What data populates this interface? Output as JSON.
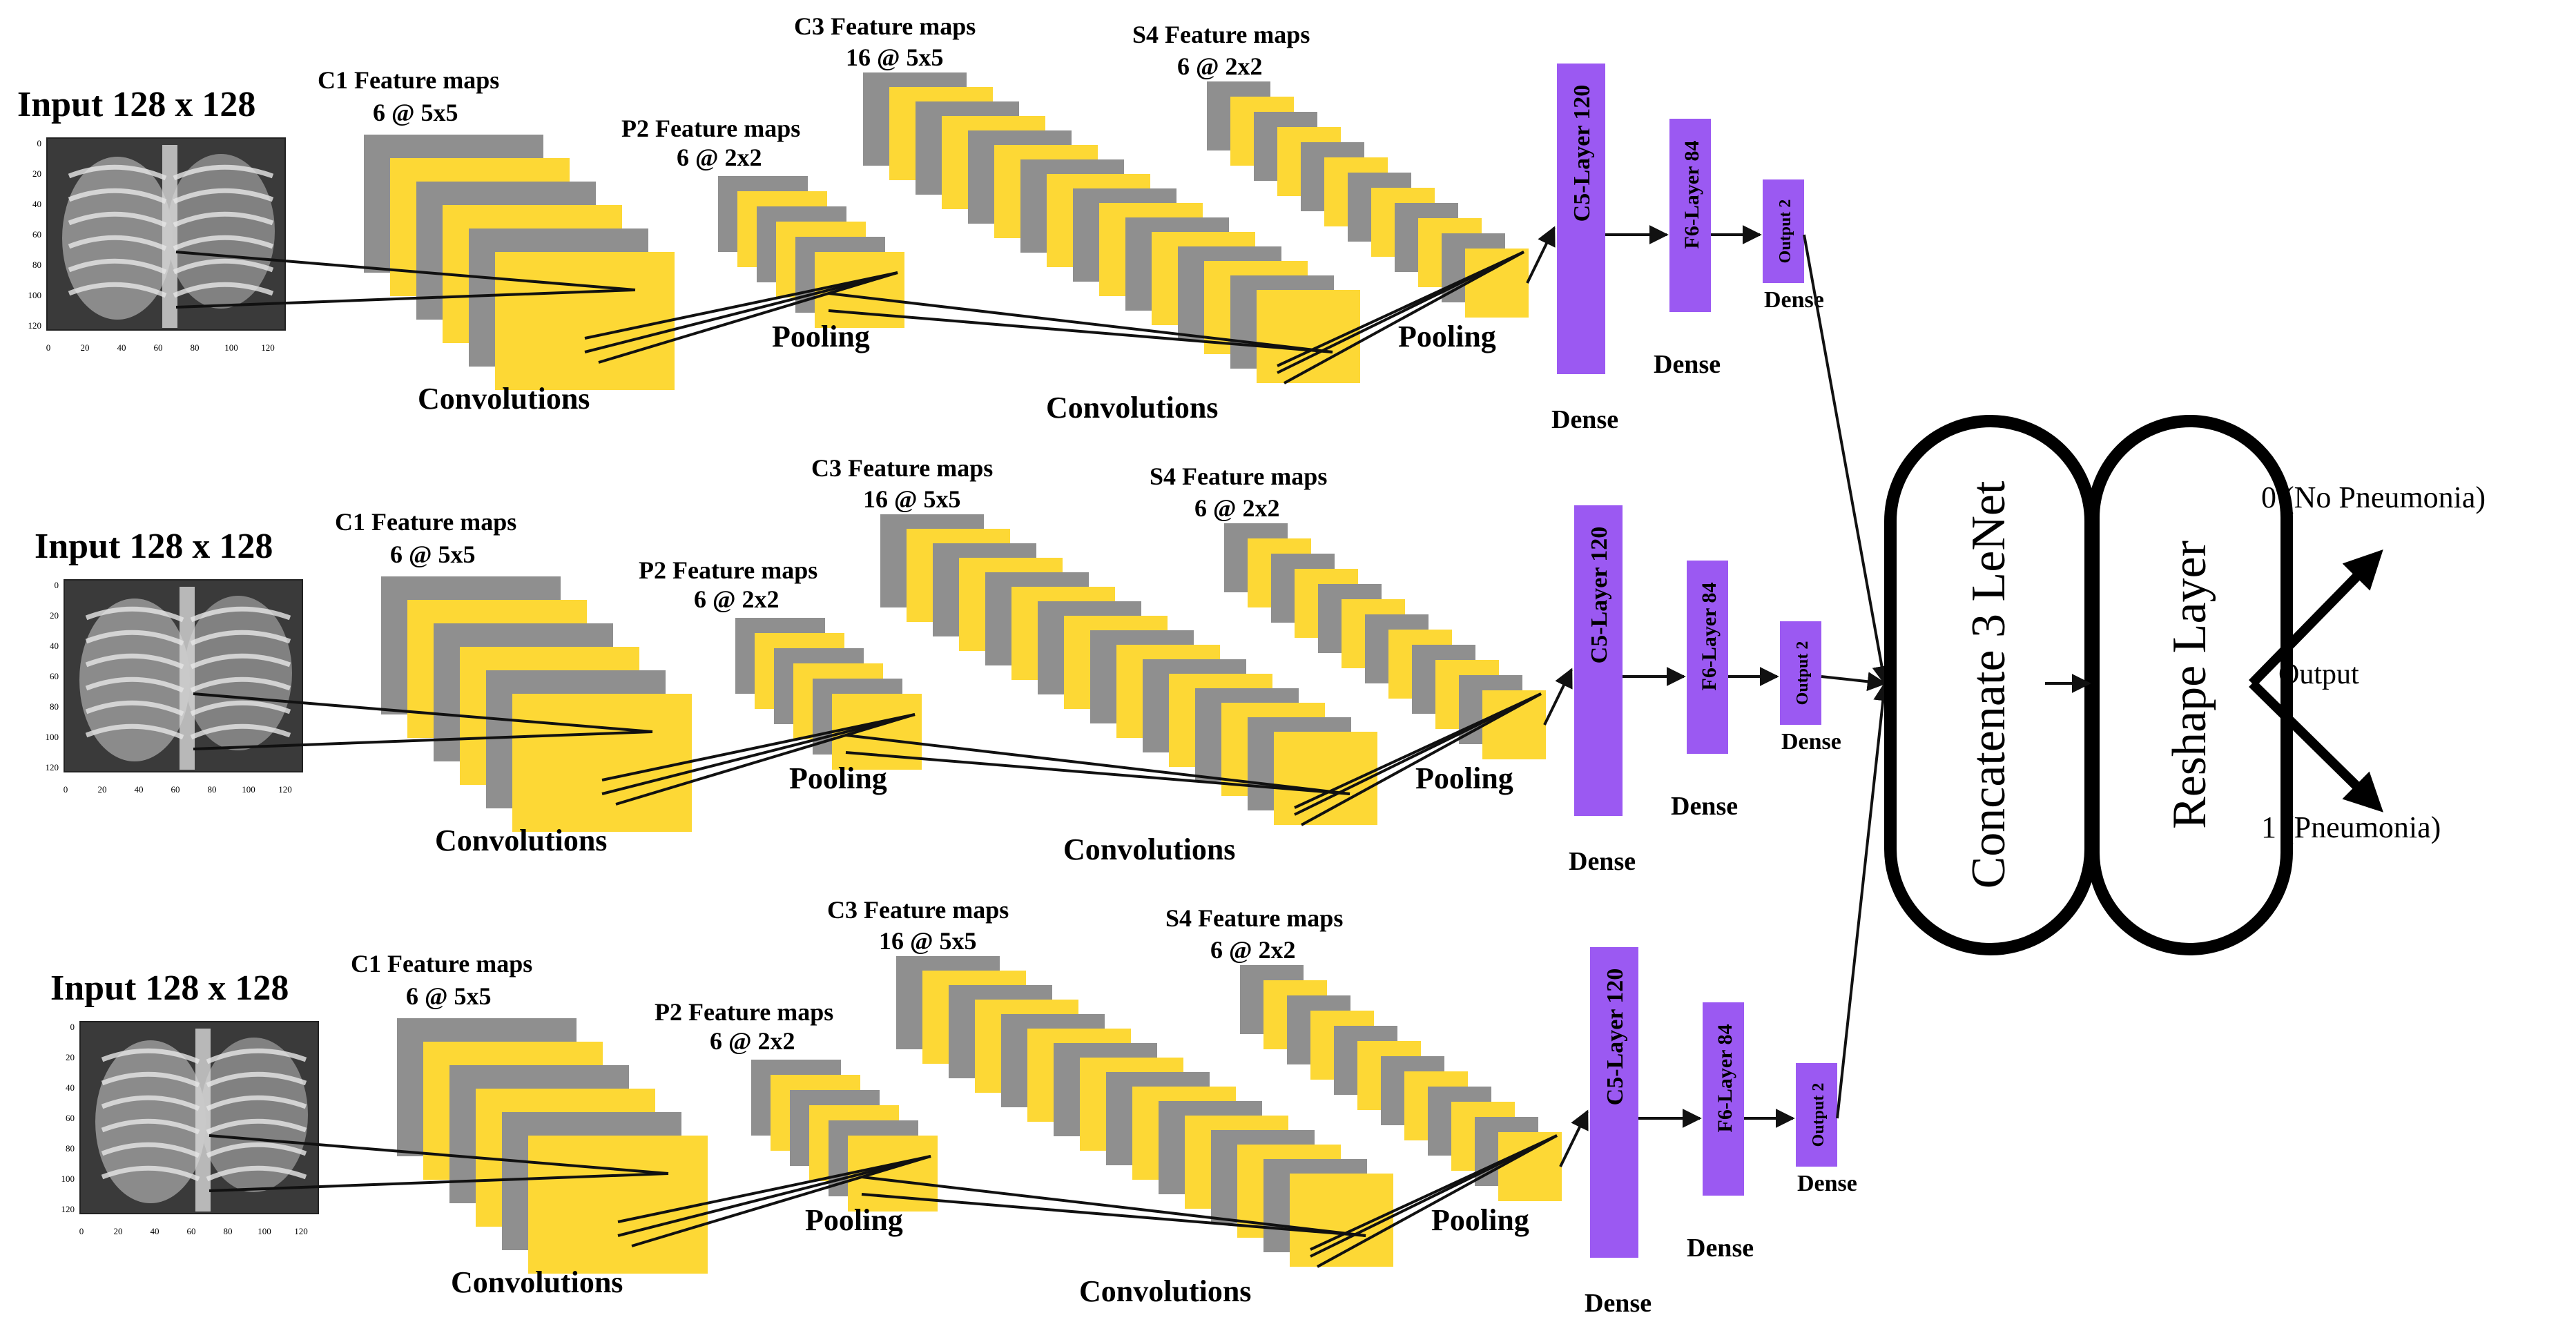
{
  "colors": {
    "gray_map": "#8f8f8f",
    "yellow_map": "#fdd835",
    "purple_dense": "#9b59f2",
    "line": "#111111"
  },
  "rows": [
    {
      "input_label": "Input 128 x 128",
      "c1_title": "C1 Feature maps",
      "c1_sub": "6 @ 5x5",
      "p2_title": "P2 Feature maps",
      "p2_sub": "6 @ 2x2",
      "c3_title": "C3 Feature maps",
      "c3_sub": "16 @ 5x5",
      "s4_title": "S4 Feature maps",
      "s4_sub": "6 @ 2x2",
      "conv1_label": "Convolutions",
      "pool1_label": "Pooling",
      "conv2_label": "Convolutions",
      "pool2_label": "Pooling",
      "c5_label": "C5-Layer 120",
      "f6_label": "F6-Layer 84",
      "out_label": "Output 2",
      "dense_c5": "Dense",
      "dense_f6": "Dense",
      "dense_out": "Dense",
      "xray_xticks": [
        "0",
        "20",
        "40",
        "60",
        "80",
        "100",
        "120"
      ],
      "xray_yticks": [
        "0",
        "20",
        "40",
        "60",
        "80",
        "100",
        "120"
      ]
    },
    {
      "input_label": "Input 128 x 128",
      "c1_title": "C1 Feature maps",
      "c1_sub": "6 @ 5x5",
      "p2_title": "P2 Feature maps",
      "p2_sub": "6 @ 2x2",
      "c3_title": "C3 Feature maps",
      "c3_sub": "16 @ 5x5",
      "s4_title": "S4 Feature maps",
      "s4_sub": "6 @ 2x2",
      "conv1_label": "Convolutions",
      "pool1_label": "Pooling",
      "conv2_label": "Convolutions",
      "pool2_label": "Pooling",
      "c5_label": "C5-Layer 120",
      "f6_label": "F6-Layer 84",
      "out_label": "Output 2",
      "dense_c5": "Dense",
      "dense_f6": "Dense",
      "dense_out": "Dense",
      "xray_xticks": [
        "0",
        "20",
        "40",
        "60",
        "80",
        "100",
        "120"
      ],
      "xray_yticks": [
        "0",
        "20",
        "40",
        "60",
        "80",
        "100",
        "120"
      ]
    },
    {
      "input_label": "Input 128 x 128",
      "c1_title": "C1 Feature maps",
      "c1_sub": "6 @ 5x5",
      "p2_title": "P2 Feature maps",
      "p2_sub": "6 @ 2x2",
      "c3_title": "C3 Feature maps",
      "c3_sub": "16 @ 5x5",
      "s4_title": "S4 Feature maps",
      "s4_sub": "6 @ 2x2",
      "conv1_label": "Convolutions",
      "pool1_label": "Pooling",
      "conv2_label": "Convolutions",
      "pool2_label": "Pooling",
      "c5_label": "C5-Layer 120",
      "f6_label": "F6-Layer 84",
      "out_label": "Output 2",
      "dense_c5": "Dense",
      "dense_f6": "Dense",
      "dense_out": "Dense",
      "xray_xticks": [
        "0",
        "20",
        "40",
        "60",
        "80",
        "100",
        "120"
      ],
      "xray_yticks": [
        "0",
        "20",
        "40",
        "60",
        "80",
        "100",
        "120"
      ]
    }
  ],
  "concat_label": "Concatenate 3 LeNet",
  "reshape_label": "Reshape Layer",
  "output_label": "Output",
  "class0_label": "0 (No Pneumonia)",
  "class1_label": "1 (Pneumonia)"
}
